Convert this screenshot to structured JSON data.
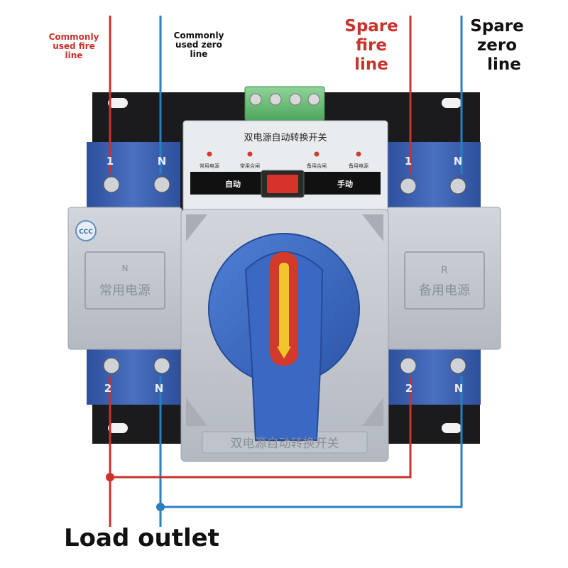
{
  "labels": {
    "common_fire": "Commonly\nused fire\nline",
    "common_zero": "Commonly\nused zero\nline",
    "spare_fire": "Spare\nfire\nline",
    "spare_zero_1": "Spare\nzero",
    "spare_zero_2": "line",
    "load_outlet": "Load outlet"
  },
  "device": {
    "panel_title": "双电源自动转换开关",
    "indicator_1": "常用电源",
    "indicator_2": "常用合闸",
    "indicator_3": "备用合闸",
    "indicator_4": "备用电源",
    "mode_auto": "自动",
    "mode_manual": "手动",
    "cert_mark": "CCC",
    "left_module_letter": "N",
    "left_module_name": "常用电源",
    "right_module_letter": "R",
    "right_module_name": "备用电源",
    "bottom_title": "双电源自动转换开关",
    "terminals": {
      "left_top_1": "1",
      "left_top_n": "N",
      "right_top_1": "1",
      "right_top_n": "N",
      "left_bot_2": "2",
      "left_bot_n": "N",
      "right_bot_2": "2",
      "right_bot_n": "N"
    }
  },
  "colors": {
    "fire_line": "#c8332c",
    "zero_line": "#2a7fc0",
    "terminal_blue": "#3e63b0",
    "housing_gray": "#c4c8cf",
    "handle_blue": "#3a68c2"
  }
}
